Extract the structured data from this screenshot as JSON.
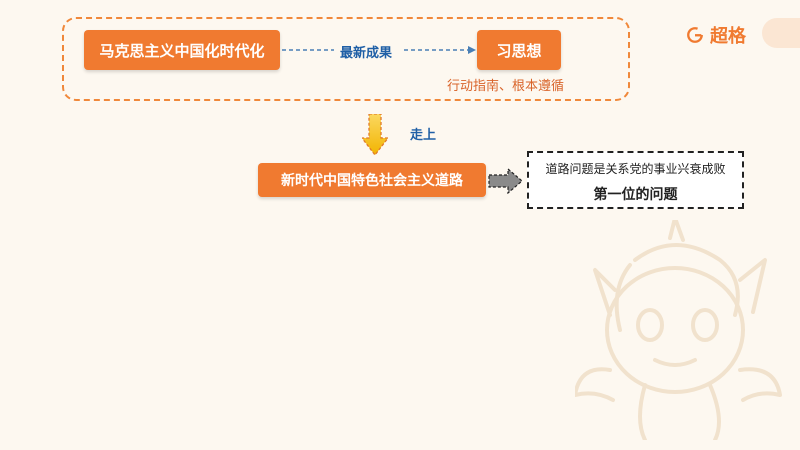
{
  "logo": {
    "text": "超格"
  },
  "top_row": {
    "left_box": "马克思主义中国化时代化",
    "connector_label": "最新成果",
    "right_box": "习思想",
    "right_caption": "行动指南、根本遵循"
  },
  "down_arrow_label": "走上",
  "road_box": "新时代中国特色社会主义道路",
  "result": {
    "line1": "道路问题是关系党的事业兴衰成败",
    "line2": "第一位的问题"
  },
  "colors": {
    "accent": "#f07a30",
    "blue_text": "#1f5fa6",
    "background": "#fdf8f0",
    "yellow_arrow": "#f5c400"
  }
}
